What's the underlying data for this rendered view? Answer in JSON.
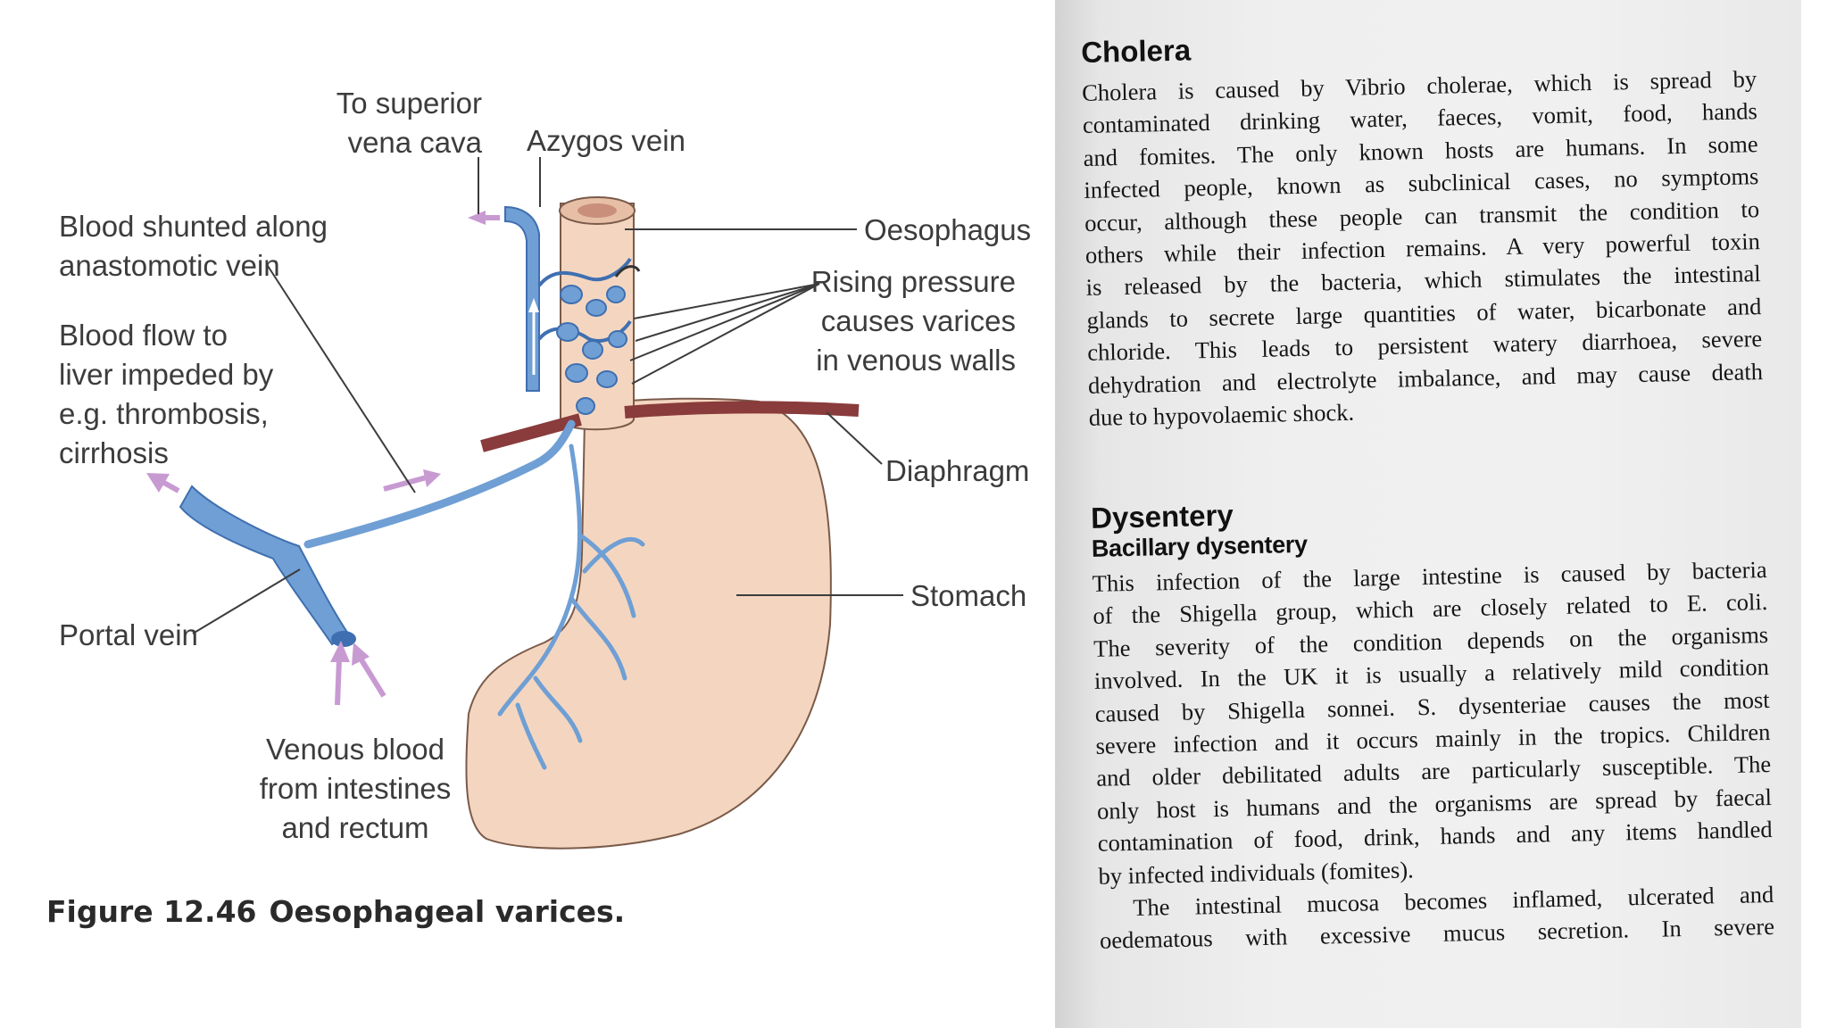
{
  "figure": {
    "labels": {
      "superior_vena_cava": [
        "To superior",
        "vena cava"
      ],
      "azygos_vein": "Azygos vein",
      "oesophagus": "Oesophagus",
      "blood_shunted": [
        "Blood shunted along",
        "anastomotic vein"
      ],
      "rising_pressure": [
        "Rising pressure",
        "causes varices",
        "in venous walls"
      ],
      "blood_flow_impeded": [
        "Blood flow to",
        "liver impeded by",
        "e.g. thrombosis,",
        "cirrhosis"
      ],
      "diaphragm": "Diaphragm",
      "stomach": "Stomach",
      "portal_vein": "Portal vein",
      "venous_blood": [
        "Venous blood",
        "from intestines",
        "and rectum"
      ]
    },
    "caption_number": "Figure 12.46",
    "caption_text": "Oesophageal varices.",
    "colors": {
      "vein": "#6f9fd4",
      "vein_dark": "#3f6fb0",
      "stomach": "#f4d6c0",
      "diaphragm": "#8a3b3b",
      "arrow": "#c89ad2"
    }
  },
  "page": {
    "cholera": {
      "heading": "Cholera",
      "lines": [
        "Cholera is caused by Vibrio cholerae, which is spread by",
        "contaminated drinking water, faeces, vomit, food, hands",
        "and fomites. The only known hosts are humans. In some",
        "infected people, known as subclinical cases, no symptoms",
        "occur, although these people can transmit the condition to",
        "others while their infection remains. A very powerful toxin",
        "is released by the bacteria, which stimulates the intestinal",
        "glands to secrete large quantities of water, bicarbonate and",
        "chloride. This leads to persistent watery diarrhoea, severe",
        "dehydration and electrolyte imbalance, and may cause death",
        "due to hypovolaemic shock."
      ]
    },
    "dysentery": {
      "heading": "Dysentery",
      "subheading": "Bacillary dysentery",
      "lines": [
        "This infection of the large intestine is caused by bacteria",
        "of the Shigella group, which are closely related to E. coli.",
        "The severity of the condition depends on the organisms",
        "involved. In the UK it is usually a relatively mild condition",
        "caused by Shigella sonnei. S. dysenteriae causes the most",
        "severe infection and it occurs mainly in the tropics. Children",
        "and older debilitated adults are particularly susceptible. The",
        "only host is humans and the organisms are spread by faecal",
        "contamination of food, drink, hands and any items handled",
        "by infected individuals (fomites).",
        "The intestinal mucosa becomes inflamed, ulcerated and",
        "oedematous with excessive mucus secretion. In severe"
      ]
    }
  }
}
